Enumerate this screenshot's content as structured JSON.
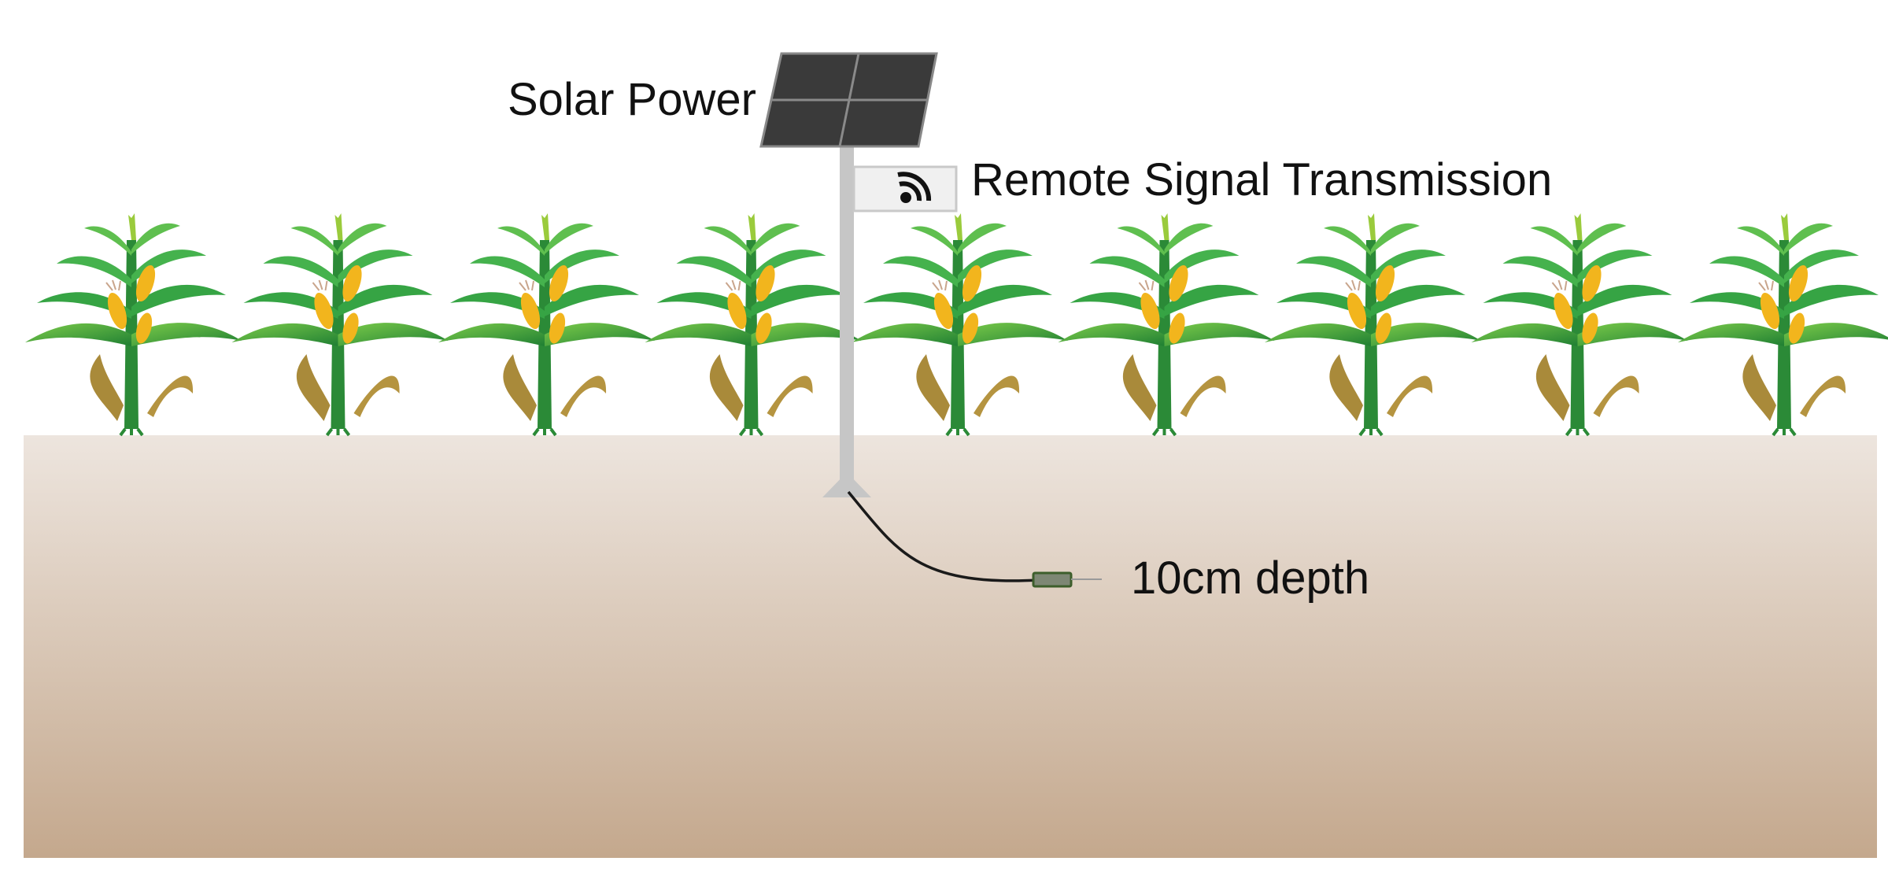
{
  "labels": {
    "solar_power": "Solar Power",
    "remote_signal": "Remote Signal Transmission",
    "sensor_depth": "10cm depth"
  },
  "icons": {
    "solar_panel": "solar-panel-icon",
    "signal": "wifi-signal-icon",
    "sensor": "soil-sensor-icon",
    "plant": "corn-plant-icon"
  },
  "plants_count": 9,
  "colors": {
    "soil_top": "#ede5de",
    "soil_bottom": "#c4a88d",
    "panel": "#3a3a3a",
    "pole": "#c6c6c6",
    "leaf": "#2f9a3c",
    "corn": "#f2b51d",
    "cable": "#1a1a1a",
    "sensor": "#7d8774"
  }
}
